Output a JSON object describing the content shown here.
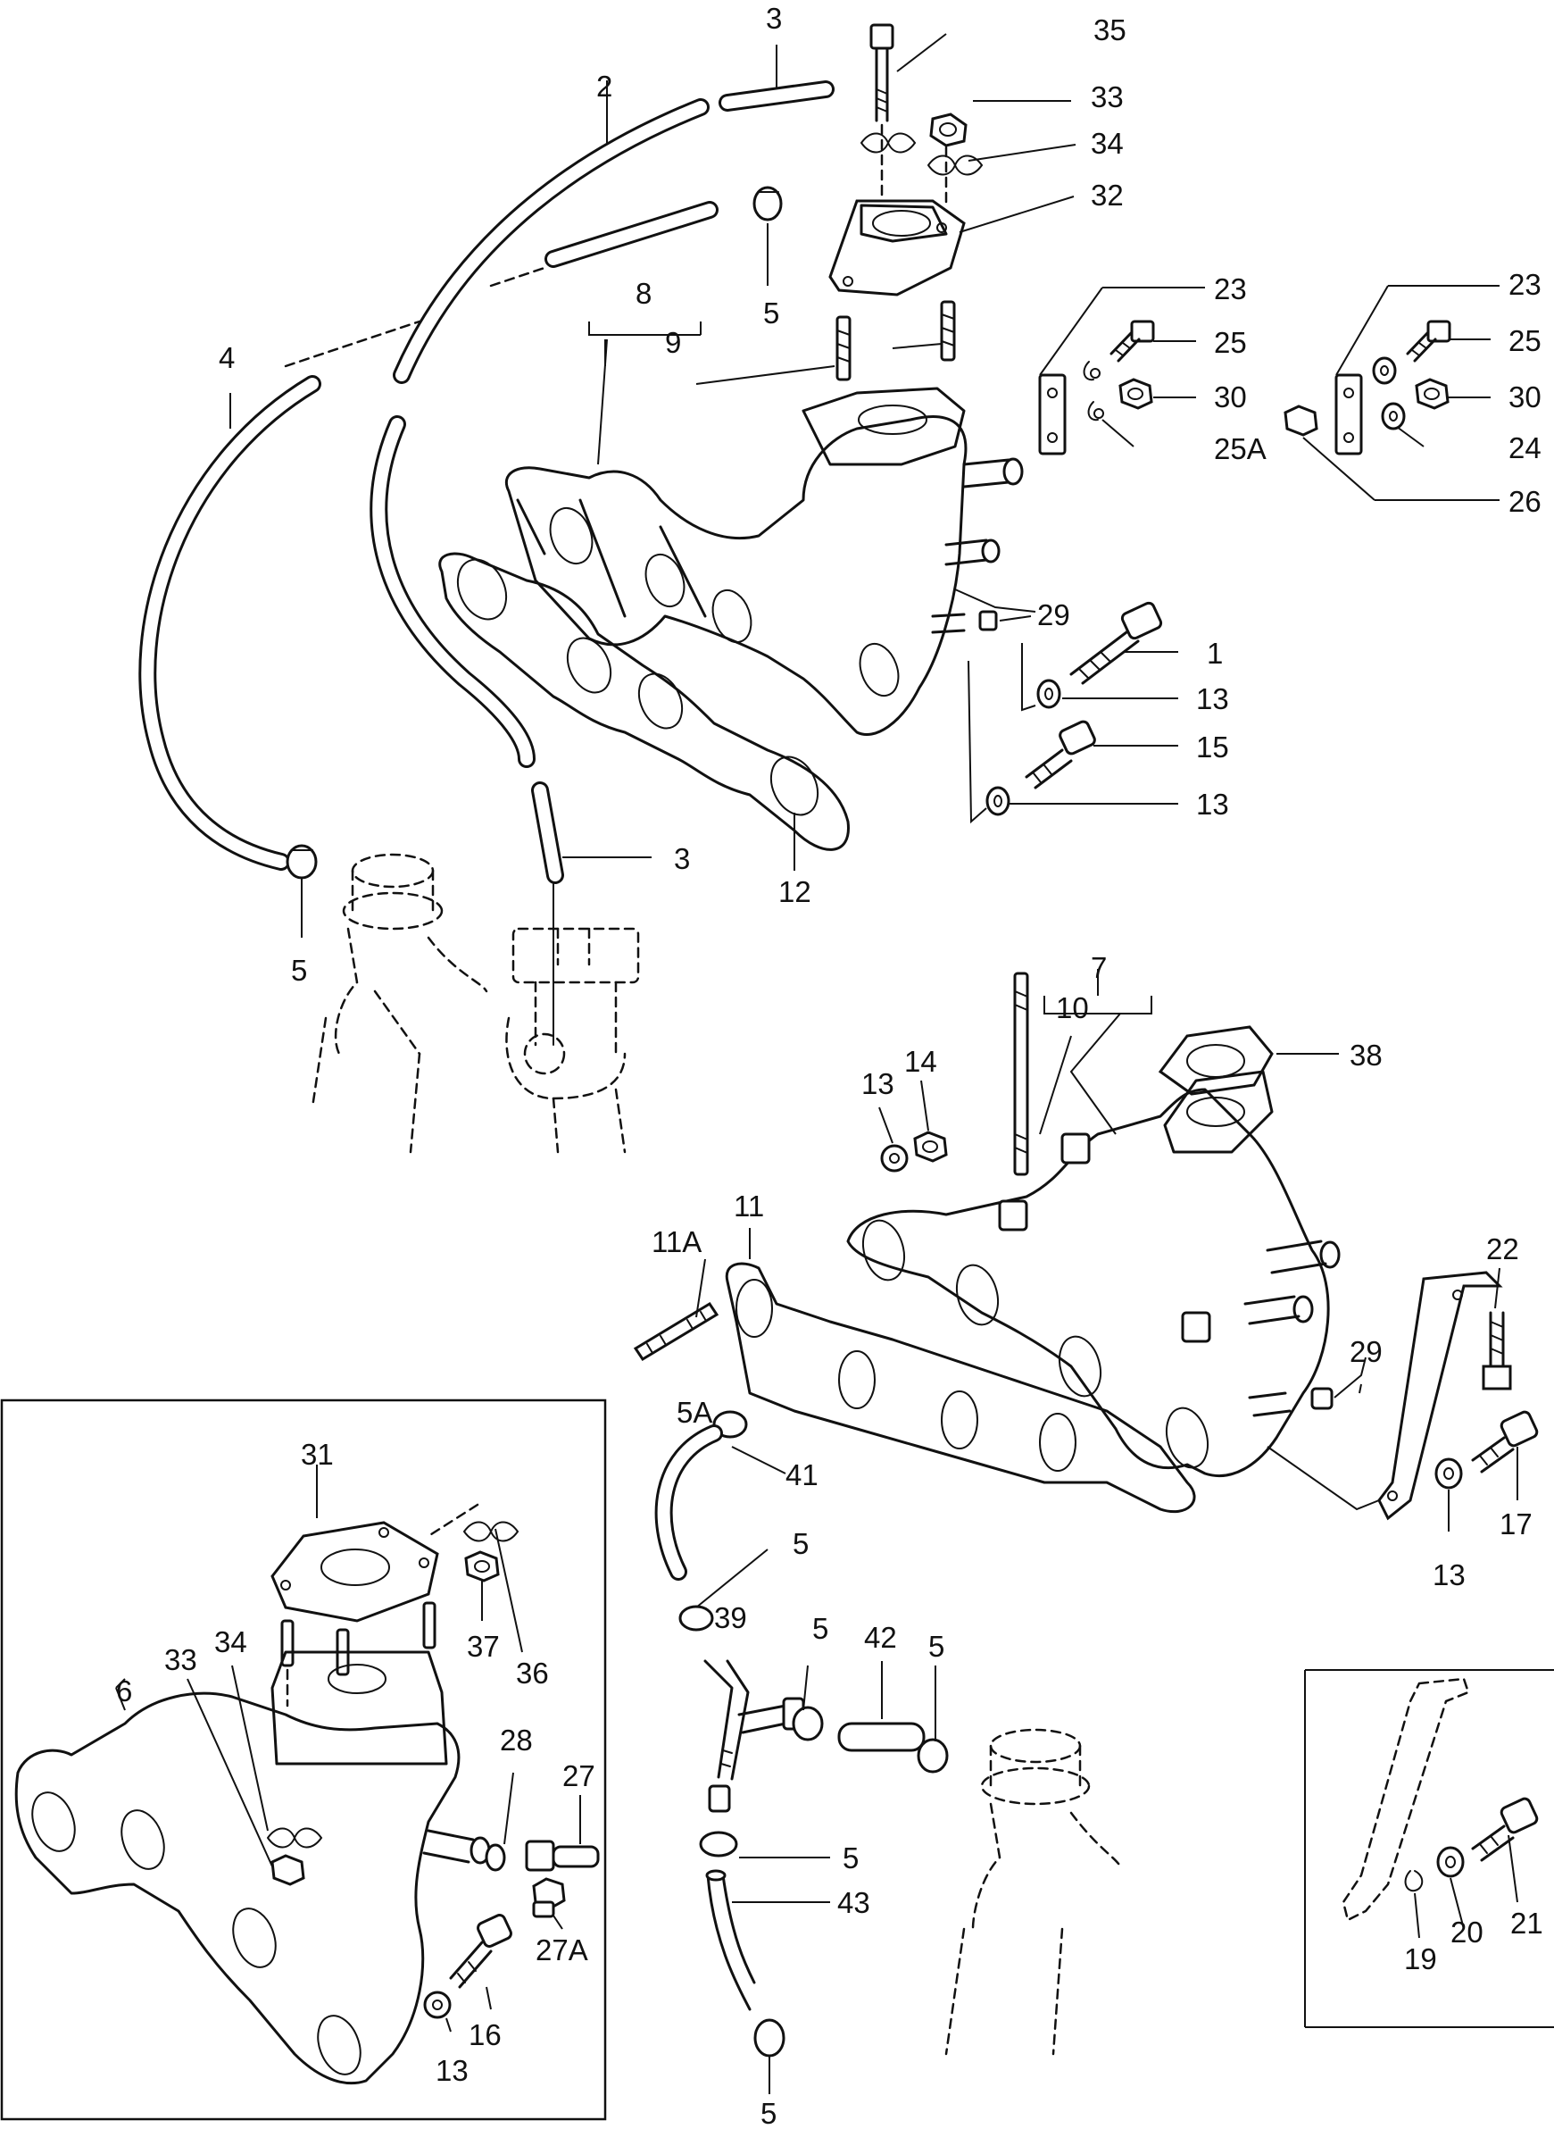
{
  "callouts": [
    {
      "id": "c3a",
      "text": "3"
    },
    {
      "id": "c35",
      "text": "35"
    },
    {
      "id": "c2",
      "text": "2"
    },
    {
      "id": "c33a",
      "text": "33"
    },
    {
      "id": "c34a",
      "text": "34"
    },
    {
      "id": "c32",
      "text": "32"
    },
    {
      "id": "c5a",
      "text": "5"
    },
    {
      "id": "c8",
      "text": "8"
    },
    {
      "id": "c9",
      "text": "9"
    },
    {
      "id": "c23a",
      "text": "23"
    },
    {
      "id": "c25a",
      "text": "25"
    },
    {
      "id": "c30a",
      "text": "30"
    },
    {
      "id": "c25A",
      "text": "25A"
    },
    {
      "id": "c23b",
      "text": "23"
    },
    {
      "id": "c25b",
      "text": "25"
    },
    {
      "id": "c30b",
      "text": "30"
    },
    {
      "id": "c24",
      "text": "24"
    },
    {
      "id": "c26",
      "text": "26"
    },
    {
      "id": "c4",
      "text": "4"
    },
    {
      "id": "c29a",
      "text": "29"
    },
    {
      "id": "c1",
      "text": "1"
    },
    {
      "id": "c13a",
      "text": "13"
    },
    {
      "id": "c15",
      "text": "15"
    },
    {
      "id": "c13b",
      "text": "13"
    },
    {
      "id": "c3b",
      "text": "3"
    },
    {
      "id": "c12",
      "text": "12"
    },
    {
      "id": "c5b",
      "text": "5"
    },
    {
      "id": "c7",
      "text": "7"
    },
    {
      "id": "c10",
      "text": "10"
    },
    {
      "id": "c38",
      "text": "38"
    },
    {
      "id": "c13c",
      "text": "13"
    },
    {
      "id": "c14",
      "text": "14"
    },
    {
      "id": "c11",
      "text": "11"
    },
    {
      "id": "c11A",
      "text": "11A"
    },
    {
      "id": "c22",
      "text": "22"
    },
    {
      "id": "c29b",
      "text": "29"
    },
    {
      "id": "c5A",
      "text": "5A"
    },
    {
      "id": "c41",
      "text": "41"
    },
    {
      "id": "c17",
      "text": "17"
    },
    {
      "id": "c13d",
      "text": "13"
    },
    {
      "id": "c5c",
      "text": "5"
    },
    {
      "id": "c31",
      "text": "31"
    },
    {
      "id": "c39",
      "text": "39"
    },
    {
      "id": "c5d",
      "text": "5"
    },
    {
      "id": "c42",
      "text": "42"
    },
    {
      "id": "c5e",
      "text": "5"
    },
    {
      "id": "c37",
      "text": "37"
    },
    {
      "id": "c36",
      "text": "36"
    },
    {
      "id": "c34b",
      "text": "34"
    },
    {
      "id": "c33b",
      "text": "33"
    },
    {
      "id": "c6",
      "text": "6"
    },
    {
      "id": "c28",
      "text": "28"
    },
    {
      "id": "c27",
      "text": "27"
    },
    {
      "id": "c27A",
      "text": "27A"
    },
    {
      "id": "c5f",
      "text": "5"
    },
    {
      "id": "c43",
      "text": "43"
    },
    {
      "id": "c16",
      "text": "16"
    },
    {
      "id": "c13e",
      "text": "13"
    },
    {
      "id": "c5g",
      "text": "5"
    },
    {
      "id": "c19",
      "text": "19"
    },
    {
      "id": "c20",
      "text": "20"
    },
    {
      "id": "c21",
      "text": "21"
    }
  ]
}
